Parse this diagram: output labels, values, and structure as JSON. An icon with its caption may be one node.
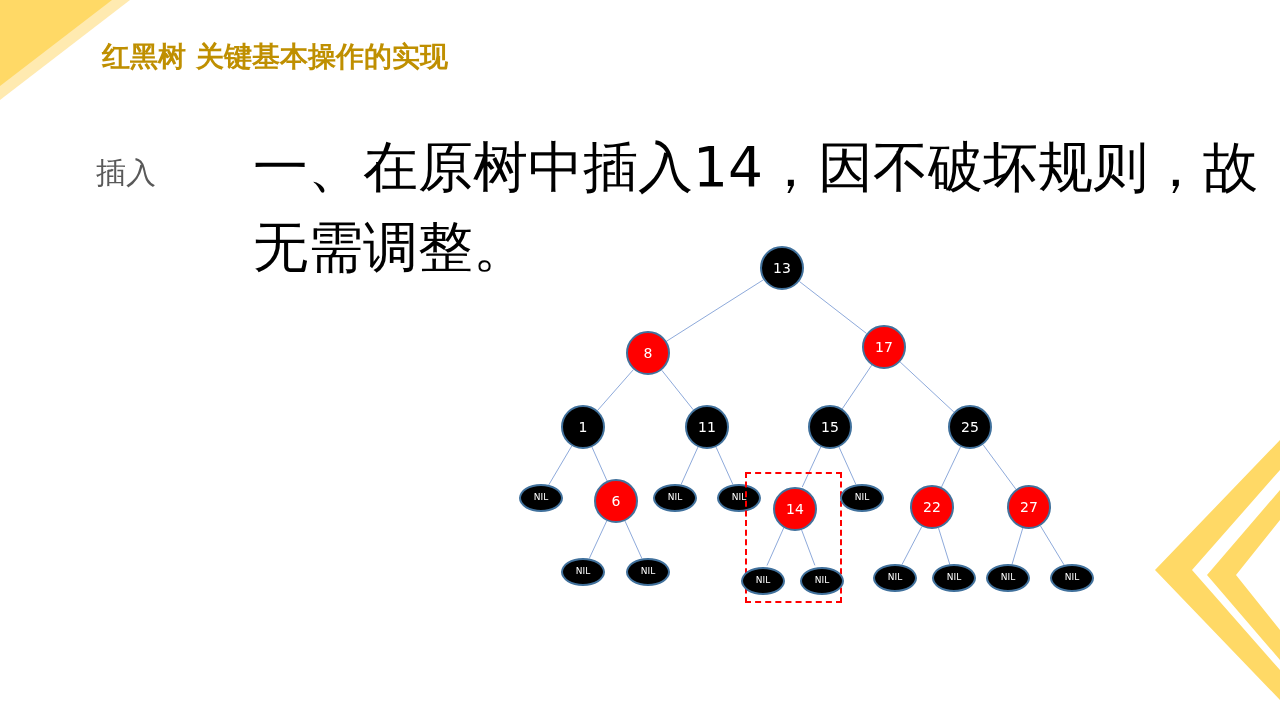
{
  "diagram": {
    "title": "红黑树 关键基本操作的实现",
    "nodes": [
      {
        "text": [
          "13"
        ]
      },
      {
        "text": [
          "8"
        ]
      },
      {
        "text": [
          "17"
        ]
      },
      {
        "text": [
          "1"
        ]
      },
      {
        "text": [
          "11"
        ]
      },
      {
        "text": [
          "15"
        ]
      },
      {
        "text": [
          "25"
        ]
      },
      {
        "text": [
          "NIL"
        ]
      },
      {
        "text": [
          "6"
        ]
      },
      {
        "text": [
          "NIL"
        ]
      },
      {
        "text": [
          "NIL"
        ]
      },
      {
        "text": [],
        "shape": "box"
      },
      {
        "text": [
          "14"
        ],
        "in": 11
      },
      {
        "text": [
          "NIL"
        ]
      },
      {
        "text": [
          "22"
        ]
      },
      {
        "text": [
          "27"
        ]
      },
      {
        "text": [
          "NIL"
        ]
      },
      {
        "text": [
          "NIL"
        ]
      },
      {
        "text": [
          "NIL"
        ],
        "in": 11
      },
      {
        "text": [
          "NIL"
        ],
        "in": 11
      },
      {
        "text": [
          "NIL"
        ]
      },
      {
        "text": [
          "NIL"
        ]
      },
      {
        "text": [
          "NIL"
        ]
      },
      {
        "text": [
          "NIL"
        ]
      }
    ],
    "edges": [
      {
        "from": 0,
        "to": 1,
        "arrow": "none"
      },
      {
        "from": 0,
        "to": 2,
        "arrow": "none"
      },
      {
        "from": 1,
        "to": 3,
        "arrow": "none"
      },
      {
        "from": 1,
        "to": 4,
        "arrow": "none"
      },
      {
        "from": 2,
        "to": 5,
        "arrow": "none"
      },
      {
        "from": 2,
        "to": 6,
        "arrow": "none"
      },
      {
        "from": 3,
        "to": 7,
        "arrow": "none"
      },
      {
        "from": 3,
        "to": 8,
        "arrow": "none"
      },
      {
        "from": 4,
        "to": 9,
        "arrow": "none"
      },
      {
        "from": 4,
        "to": 10,
        "arrow": "none"
      },
      {
        "from": 5,
        "to": 12,
        "arrow": "none"
      },
      {
        "from": 5,
        "to": 13,
        "arrow": "none"
      },
      {
        "from": 6,
        "to": 14,
        "arrow": "none"
      },
      {
        "from": 6,
        "to": 15,
        "arrow": "none"
      },
      {
        "from": 8,
        "to": 16,
        "arrow": "none"
      },
      {
        "from": 8,
        "to": 17,
        "arrow": "none"
      },
      {
        "from": 12,
        "to": 18,
        "arrow": "none"
      },
      {
        "from": 12,
        "to": 19,
        "arrow": "none"
      },
      {
        "from": 14,
        "to": 20,
        "arrow": "none"
      },
      {
        "from": 14,
        "to": 21,
        "arrow": "none"
      },
      {
        "from": 15,
        "to": 22,
        "arrow": "none"
      },
      {
        "from": 15,
        "to": 23,
        "arrow": "none"
      }
    ],
    "labels": [
      "插入",
      "一、在原树中插入14，因不破坏规则，故无需调整。"
    ]
  }
}
